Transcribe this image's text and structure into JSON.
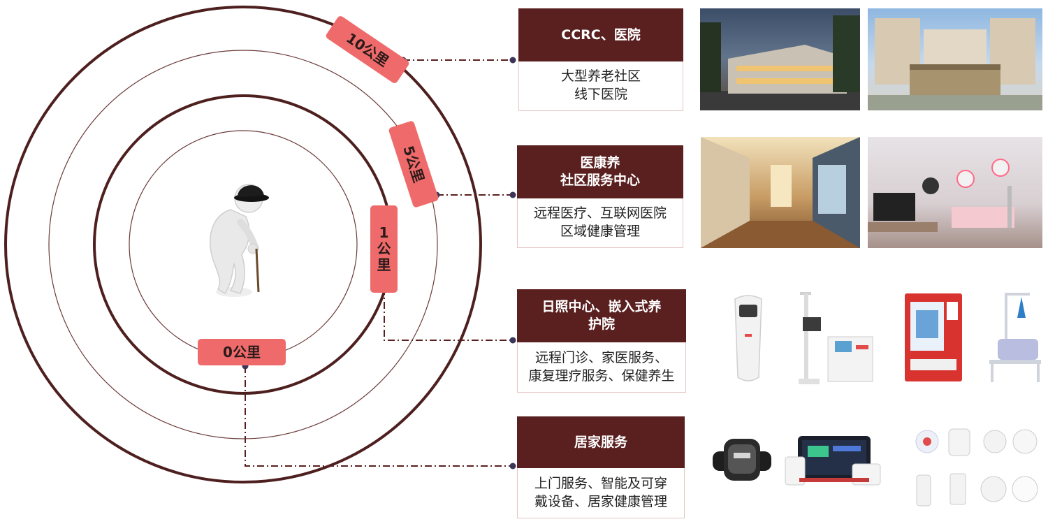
{
  "colors": {
    "ring_dark": "#4e1f1f",
    "ring_thin": "#6b3a3a",
    "badge": "#ef6b6b",
    "header": "#5a1f1f",
    "connector": "#5a1f1f"
  },
  "rings": [
    {
      "badge": "0公里"
    },
    {
      "badge_lines": [
        "1",
        "公",
        "里"
      ]
    },
    {
      "badge": "5公里"
    },
    {
      "badge": "10公里"
    }
  ],
  "tiers": [
    {
      "header": "CCRC、医院",
      "description": "大型养老社区\n线下医院",
      "images": [
        "building-photo",
        "community-gate-photo"
      ]
    },
    {
      "header": "医康养\n社区服务中心",
      "description": "远程医疗、互联网医院\n区域健康管理",
      "images": [
        "corridor-photo",
        "smart-room-photo"
      ]
    },
    {
      "header": "日照中心、嵌入式养\n护院",
      "description": "远程门诊、家医服务、\n康复理疗服务、保健养生",
      "images": [
        "health-kiosk",
        "body-scale-station",
        "medicine-vending-machine",
        "traction-chair"
      ]
    },
    {
      "header": "居家服务",
      "description": "上门服务、智能及可穿\n戴设备、居家健康管理",
      "images": [
        "smart-watch",
        "health-tablet",
        "smart-sensors-set"
      ]
    }
  ]
}
